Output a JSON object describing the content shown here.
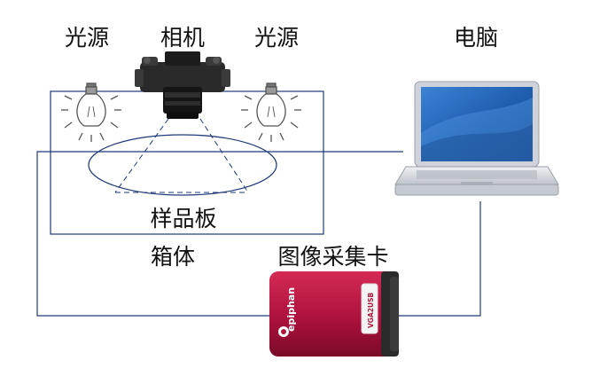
{
  "labels": {
    "light_left": "光源",
    "camera": "相机",
    "light_right": "光源",
    "computer": "电脑",
    "sample_board": "样品板",
    "box": "箱体",
    "capture_card": "图像采集卡"
  },
  "device": {
    "brand": "epiphan",
    "model": "VGA2USB"
  },
  "colors": {
    "line": "#1f3a7a",
    "card_body": "#b0153a",
    "card_dark": "#2b2b2b",
    "screen": "#2f6fc0",
    "laptop_body": "#d9dde3"
  }
}
